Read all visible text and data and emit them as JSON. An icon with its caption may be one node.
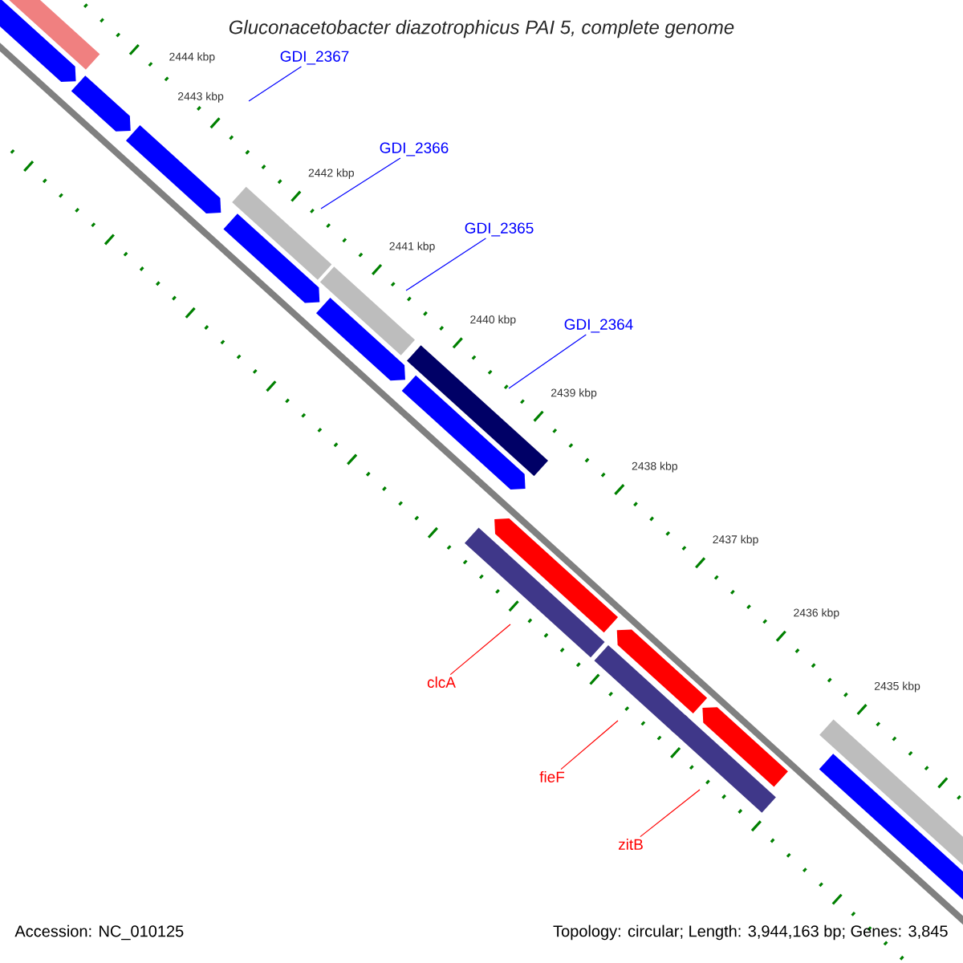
{
  "diagram": {
    "title": "Gluconacetobacter diazotrophicus PAI 5, complete genome",
    "nodes": [
      {
        "text": [
          "GDI_2367"
        ]
      },
      {
        "text": [
          "GDI_2366"
        ]
      },
      {
        "text": [
          "GDI_2365"
        ]
      },
      {
        "text": [
          "GDI_2364"
        ]
      },
      {
        "text": [
          "clcA"
        ]
      },
      {
        "text": [
          "fieF"
        ]
      },
      {
        "text": [
          "zitB"
        ]
      }
    ],
    "edges": [
      {
        "from": 0,
        "to": null,
        "arrow": "none",
        "color": "#0000ff"
      },
      {
        "from": 1,
        "to": null,
        "arrow": "none",
        "color": "#0000ff"
      },
      {
        "from": 2,
        "to": null,
        "arrow": "none",
        "color": "#0000ff"
      },
      {
        "from": 3,
        "to": null,
        "arrow": "none",
        "color": "#0000ff"
      },
      {
        "from": 4,
        "to": null,
        "arrow": "none",
        "color": "#ff0000"
      },
      {
        "from": 5,
        "to": null,
        "arrow": "none",
        "color": "#ff0000"
      },
      {
        "from": 6,
        "to": null,
        "arrow": "none",
        "color": "#ff0000"
      }
    ],
    "labels": [
      "2444 kbp",
      "2443 kbp",
      "2442 kbp",
      "2441 kbp",
      "2440 kbp",
      "2439 kbp",
      "2438 kbp",
      "2437 kbp",
      "2436 kbp",
      "2435 kbp",
      "Accession: NC_010125",
      "Topology: circular; Length: 3,944,163 bp; Genes: 3,845"
    ]
  }
}
